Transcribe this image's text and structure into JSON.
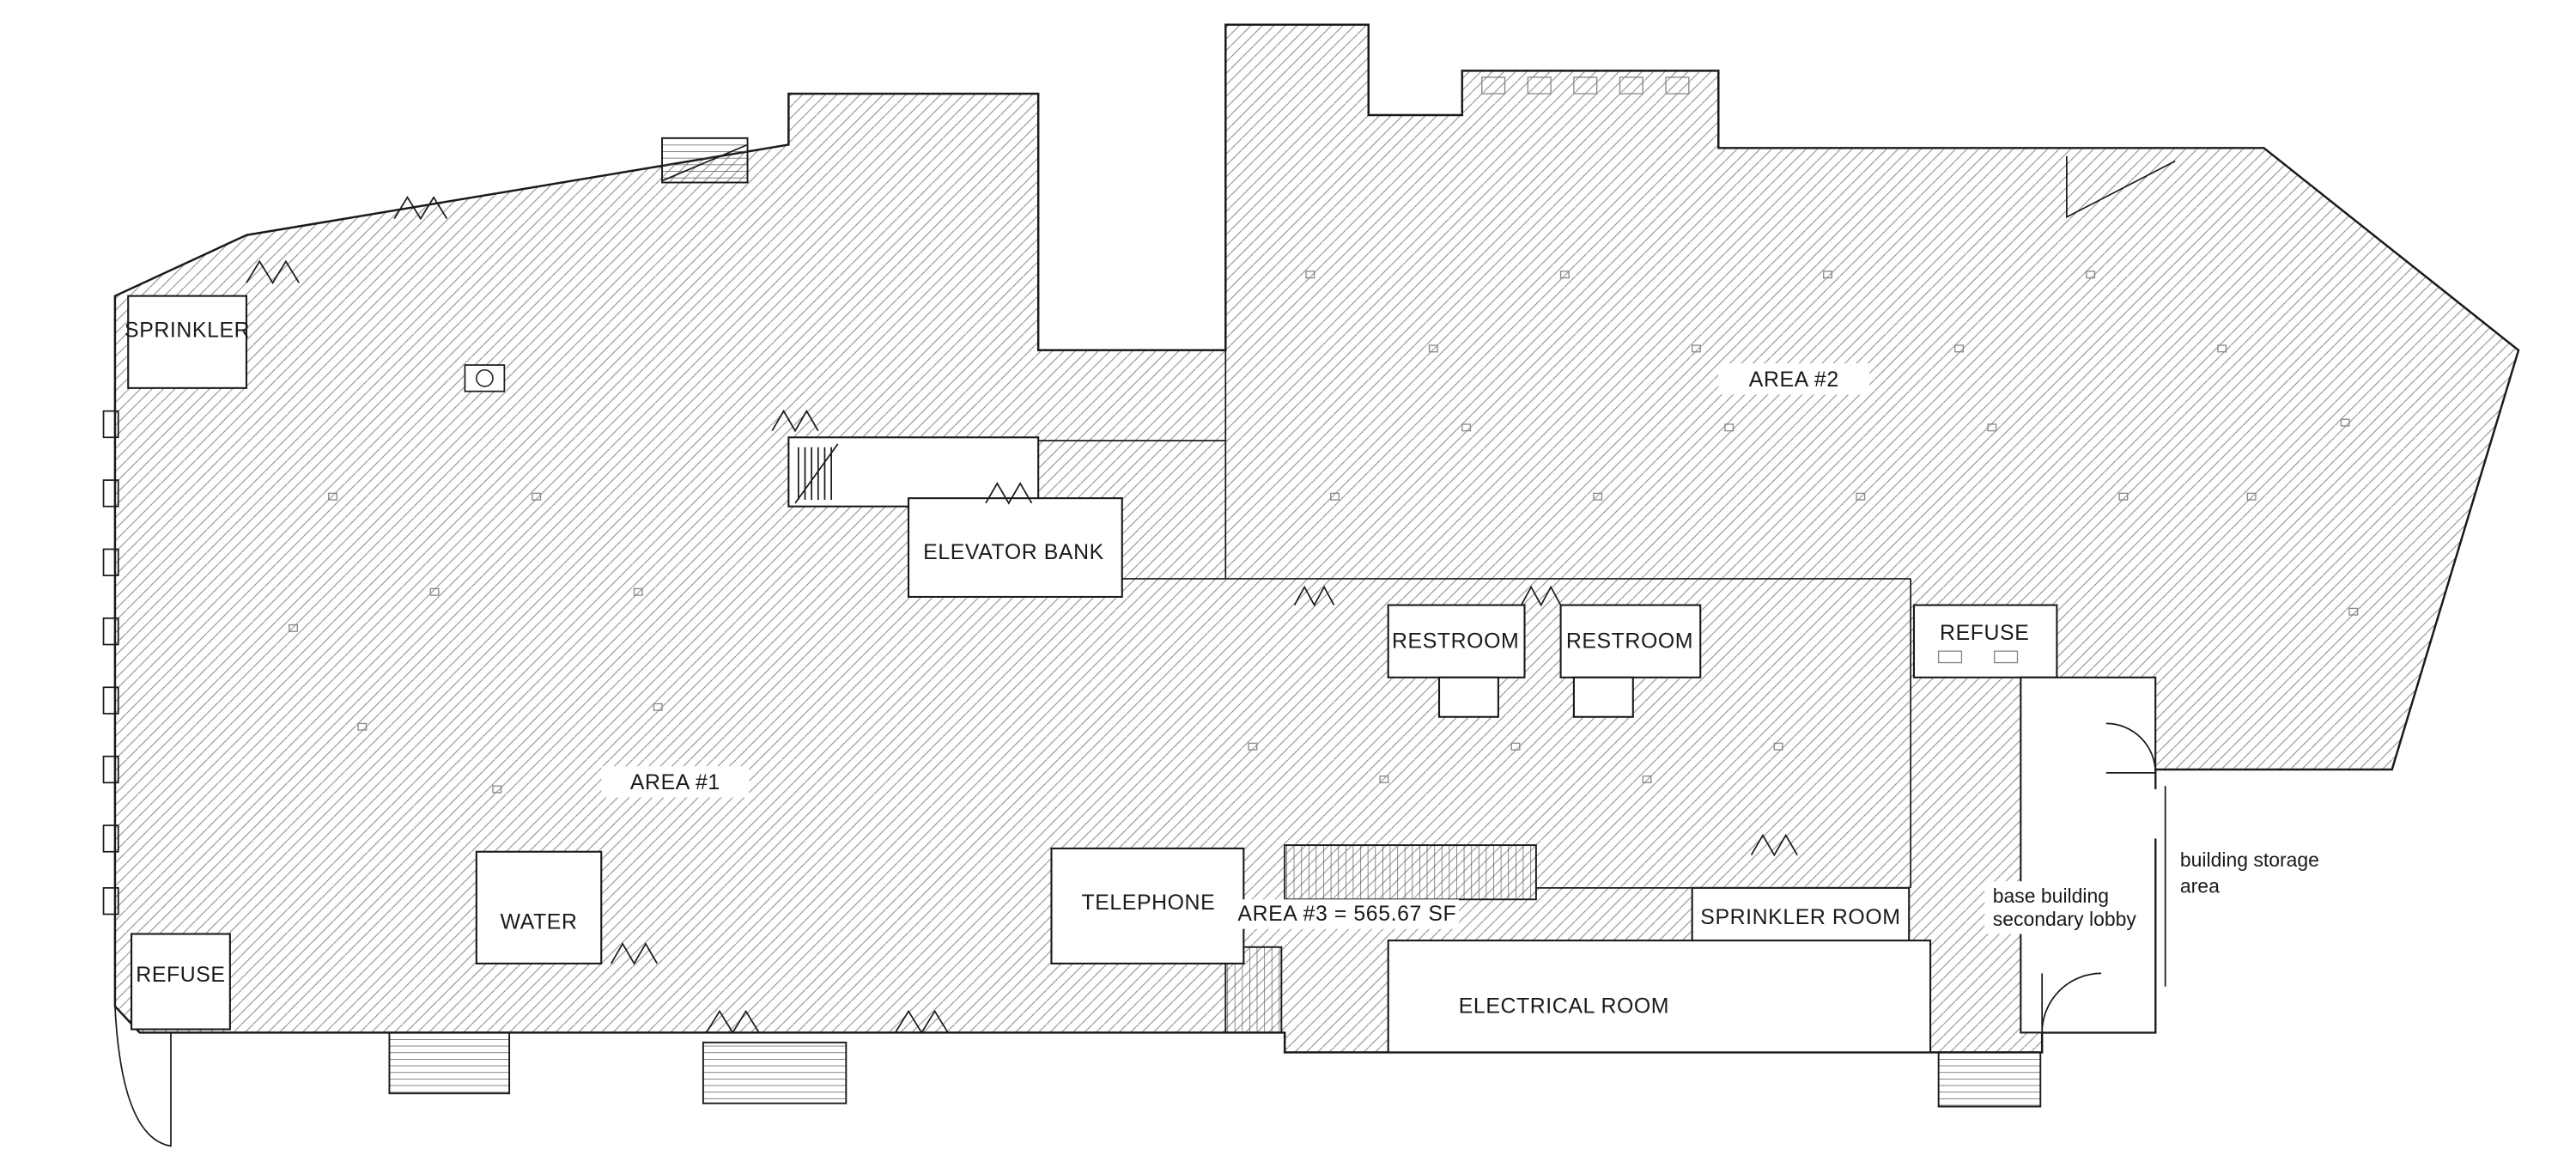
{
  "drawing": {
    "type": "architectural-floor-plan",
    "colors": {
      "line": "#1a1a1a",
      "hatch": "#8a8a8a",
      "background": "#ffffff"
    },
    "rooms": {
      "sprinkler_top_left": "SPRINKLER",
      "area_1": "AREA #1",
      "area_2": "AREA #2",
      "area_3": "AREA #3 = 565.67 SF",
      "elevator_bank": "ELEVATOR BANK",
      "restroom_west": "RESTROOM",
      "restroom_east": "RESTROOM",
      "refuse_east": "REFUSE",
      "refuse_west": "REFUSE",
      "water": "WATER",
      "telephone": "TELEPHONE",
      "sprinkler_room": "SPRINKLER ROOM",
      "electrical_room": "ELECTRICAL ROOM"
    },
    "annotations": {
      "base_building_lobby": [
        "base building",
        "secondary lobby"
      ],
      "building_storage": [
        "building storage",
        "area"
      ]
    }
  }
}
